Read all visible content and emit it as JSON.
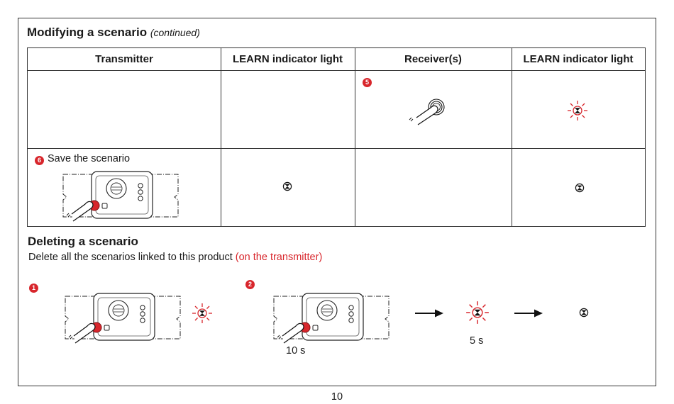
{
  "page": {
    "title": "Modifying a scenario",
    "title_note": "(continued)",
    "page_number": "10"
  },
  "table": {
    "headers": [
      "Transmitter",
      "LEARN indicator light",
      "Receiver(s)",
      "LEARN indicator light"
    ],
    "row1": {
      "receiver_step": "5"
    },
    "row2": {
      "transmitter_step": "6",
      "transmitter_text": "Save the scenario"
    }
  },
  "delete": {
    "title": "Deleting a scenario",
    "description": "Delete all the scenarios linked to this product",
    "description_red": "(on the transmitter)",
    "step1": "1",
    "step2": "2",
    "hold_time": "10 s",
    "blink_time": "5 s"
  },
  "colors": {
    "accent_red": "#d8262c",
    "line": "#333333"
  },
  "icons": [
    "finger-press-icon",
    "led-off-icon",
    "led-blinking-icon",
    "arrow-right-icon",
    "transmitter-module-icon"
  ]
}
